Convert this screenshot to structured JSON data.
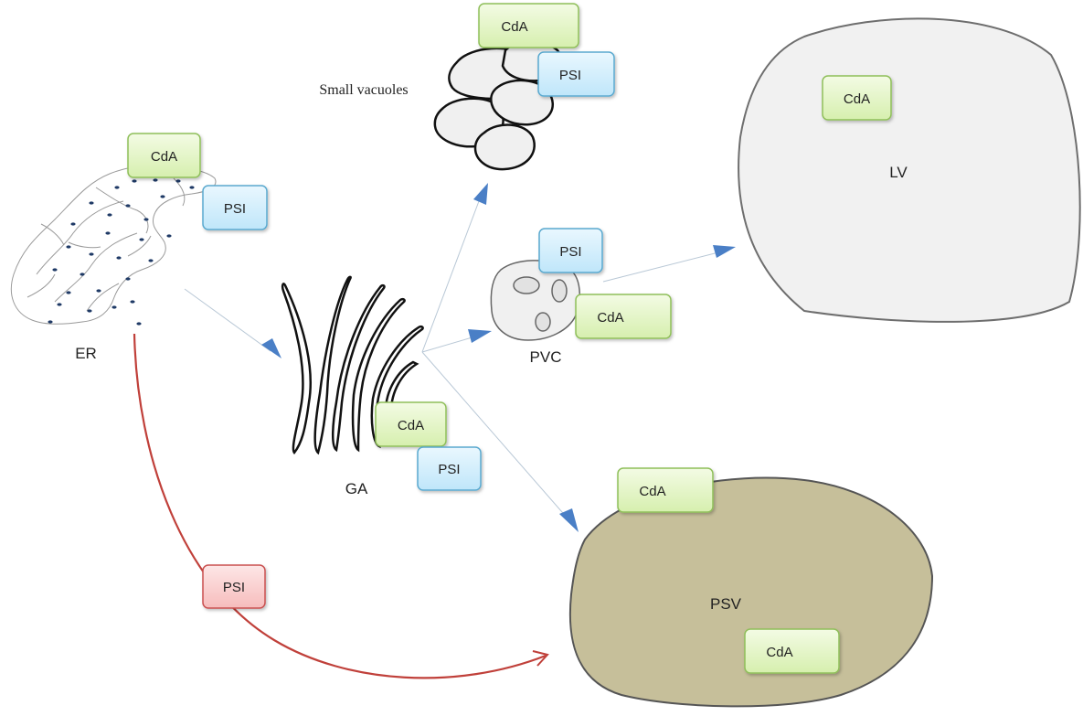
{
  "compartments": {
    "er": "ER",
    "ga": "GA",
    "pvc": "PVC",
    "lv": "LV",
    "psv": "PSV",
    "small_vacuoles": "Small vacuoles"
  },
  "tags": {
    "er_cda": "CdA",
    "er_psi": "PSI",
    "sv_cda": "CdA",
    "sv_psi": "PSI",
    "lv_cda": "CdA",
    "pvc_psi": "PSI",
    "pvc_cda": "CdA",
    "ga_cda": "CdA",
    "ga_psi": "PSI",
    "psv_cda_top": "CdA",
    "psv_cda_bottom": "CdA",
    "bypass_psi": "PSI"
  },
  "colors": {
    "cda_fill": "#e3f5c4",
    "cda_stroke": "#8fbf5a",
    "psi_fill": "#d2eefc",
    "psi_stroke": "#5aa9cf",
    "psi_red_fill": "#fbd3d3",
    "psi_red_stroke": "#c9504f",
    "arrow_blue": "#4a7fc6",
    "arrow_red": "#c0403a",
    "lv_fill": "#f1f1f1",
    "psv_fill": "#c6bf9a"
  }
}
